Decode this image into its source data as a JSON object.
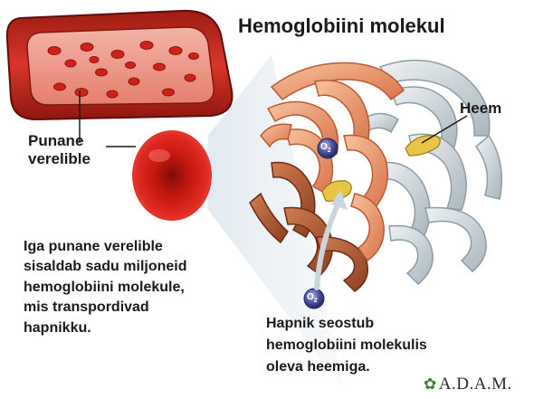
{
  "title": "Hemoglobiini molekul",
  "rbc_label": {
    "line1": "Punane",
    "line2": "verelible"
  },
  "heme_label": "Heem",
  "o2_label": "O",
  "o2_sub": "2",
  "left_text": {
    "line1": "Iga punane verelible",
    "line2": "sisaldab sadu miljoneid",
    "line3": "hemoglobiini molekule,",
    "line4": "mis transpordivad",
    "line5": "hapnikku."
  },
  "right_text": {
    "line1": "Hapnik seostub",
    "line2": "hemoglobiini molekulis",
    "line3": "oleva heemiga."
  },
  "logo": {
    "mark": "✿",
    "text": "A.D.A.M."
  },
  "colors": {
    "vessel": "#b82418",
    "vessel_inner": "#8a1a12",
    "rbc": "#d41e17",
    "orange_chain": "#f0a37a",
    "gray_chain": "#c9d3d8",
    "heme": "#e8c447",
    "o2_molecule": "#4b4f9e"
  }
}
